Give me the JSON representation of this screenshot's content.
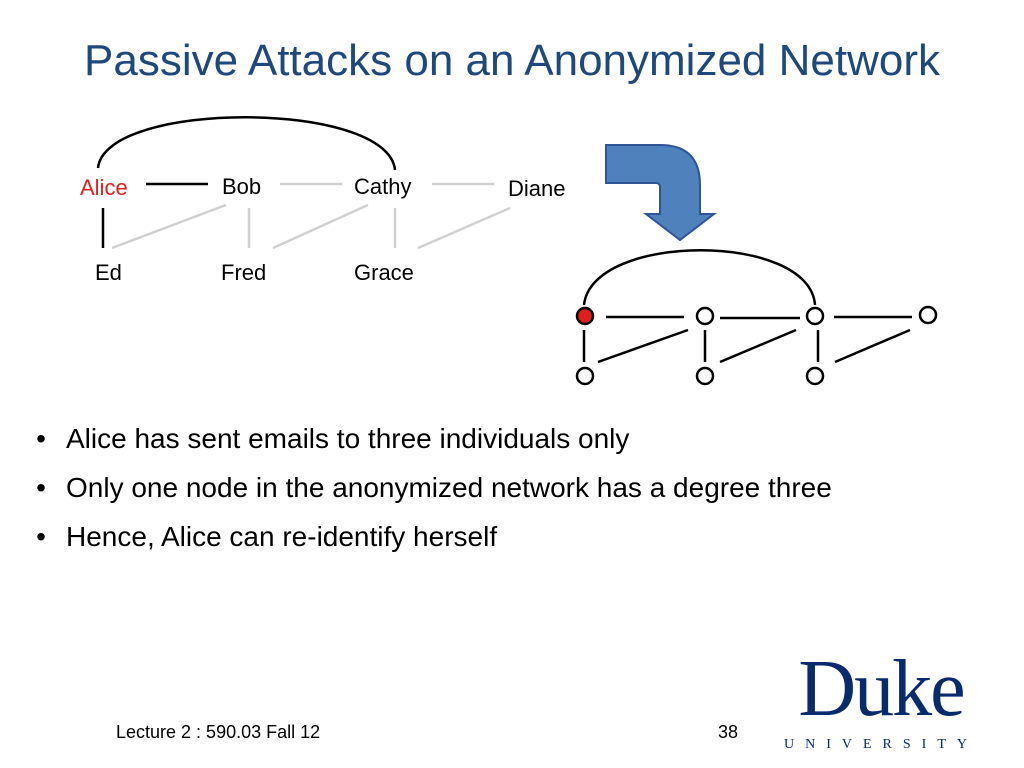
{
  "title": "Passive Attacks on an Anonymized Network",
  "colors": {
    "title": "#1f497d",
    "highlight_red": "#e02020",
    "arrow_blue": "#4f81bd",
    "edge_gray": "#d0d0d0",
    "logo_navy": "#0a2a6e"
  },
  "network": {
    "names": {
      "alice": "Alice",
      "bob": "Bob",
      "cathy": "Cathy",
      "diane": "Diane",
      "ed": "Ed",
      "fred": "Fred",
      "grace": "Grace"
    }
  },
  "arrow": {
    "icon": "bent-arrow-down-icon"
  },
  "bullets": [
    "Alice has sent emails to three individuals only",
    "Only one node in the anonymized network has a degree three",
    "Hence, Alice can re-identify herself"
  ],
  "bullet_glyph": "•",
  "footer": {
    "lecture": "Lecture 2 : 590.03 Fall 12",
    "page": "38"
  },
  "logo": {
    "name": "Duke",
    "subtitle": "UNIVERSITY"
  }
}
